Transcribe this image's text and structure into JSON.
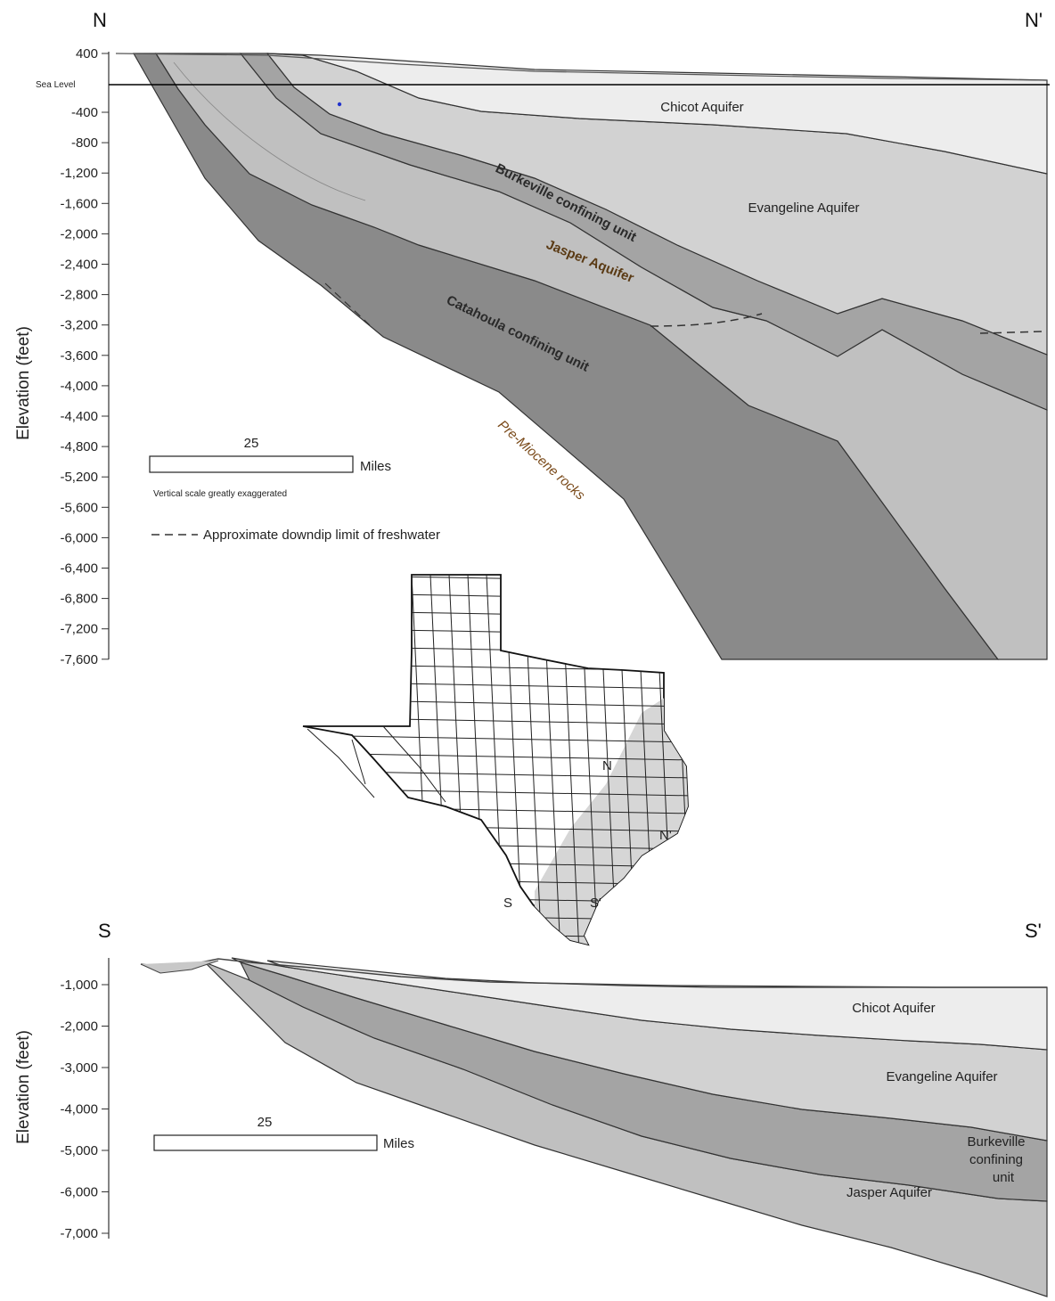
{
  "north_section": {
    "left_label": "N",
    "right_label": "N'",
    "y_axis_label": "Elevation (feet)",
    "y_ticks": [
      "400",
      "-400",
      "-800",
      "-1,200",
      "-1,600",
      "-2,000",
      "-2,400",
      "-2,800",
      "-3,200",
      "-3,600",
      "-4,000",
      "-4,400",
      "-4,800",
      "-5,200",
      "-5,600",
      "-6,000",
      "-6,400",
      "-6,800",
      "-7,200",
      "-7,600"
    ],
    "sea_level_label": "Sea Level",
    "units": {
      "chicot": "Chicot Aquifer",
      "evangeline": "Evangeline Aquifer",
      "burkeville": "Burkeville confining unit",
      "jasper": "Jasper Aquifer",
      "catahoula": "Catahoula confining unit",
      "pre_miocene": "Pre-Miocene rocks"
    },
    "scale_value": "25",
    "scale_unit": "Miles",
    "scale_note": "Vertical scale greatly exaggerated",
    "legend_dashed": "Approximate downdip limit of freshwater"
  },
  "map": {
    "labels": [
      "N",
      "N'",
      "S",
      "S'"
    ]
  },
  "south_section": {
    "left_label": "S",
    "right_label": "S'",
    "y_axis_label": "Elevation (feet)",
    "y_ticks": [
      "-1,000",
      "-2,000",
      "-3,000",
      "-4,000",
      "-5,000",
      "-6,000",
      "-7,000"
    ],
    "units": {
      "chicot": "Chicot Aquifer",
      "evangeline": "Evangeline Aquifer",
      "burkeville_line1": "Burkeville",
      "burkeville_line2": "confining",
      "burkeville_line3": "unit",
      "jasper": "Jasper Aquifer"
    },
    "scale_value": "25",
    "scale_unit": "Miles"
  },
  "colors": {
    "chicot": "#ececec",
    "evangeline": "#d0d0d0",
    "burkeville": "#a8a8a8",
    "jasper": "#bdbdbd",
    "catahoula": "#8a8a8a",
    "coastal_shade": "#d6d6d6"
  }
}
